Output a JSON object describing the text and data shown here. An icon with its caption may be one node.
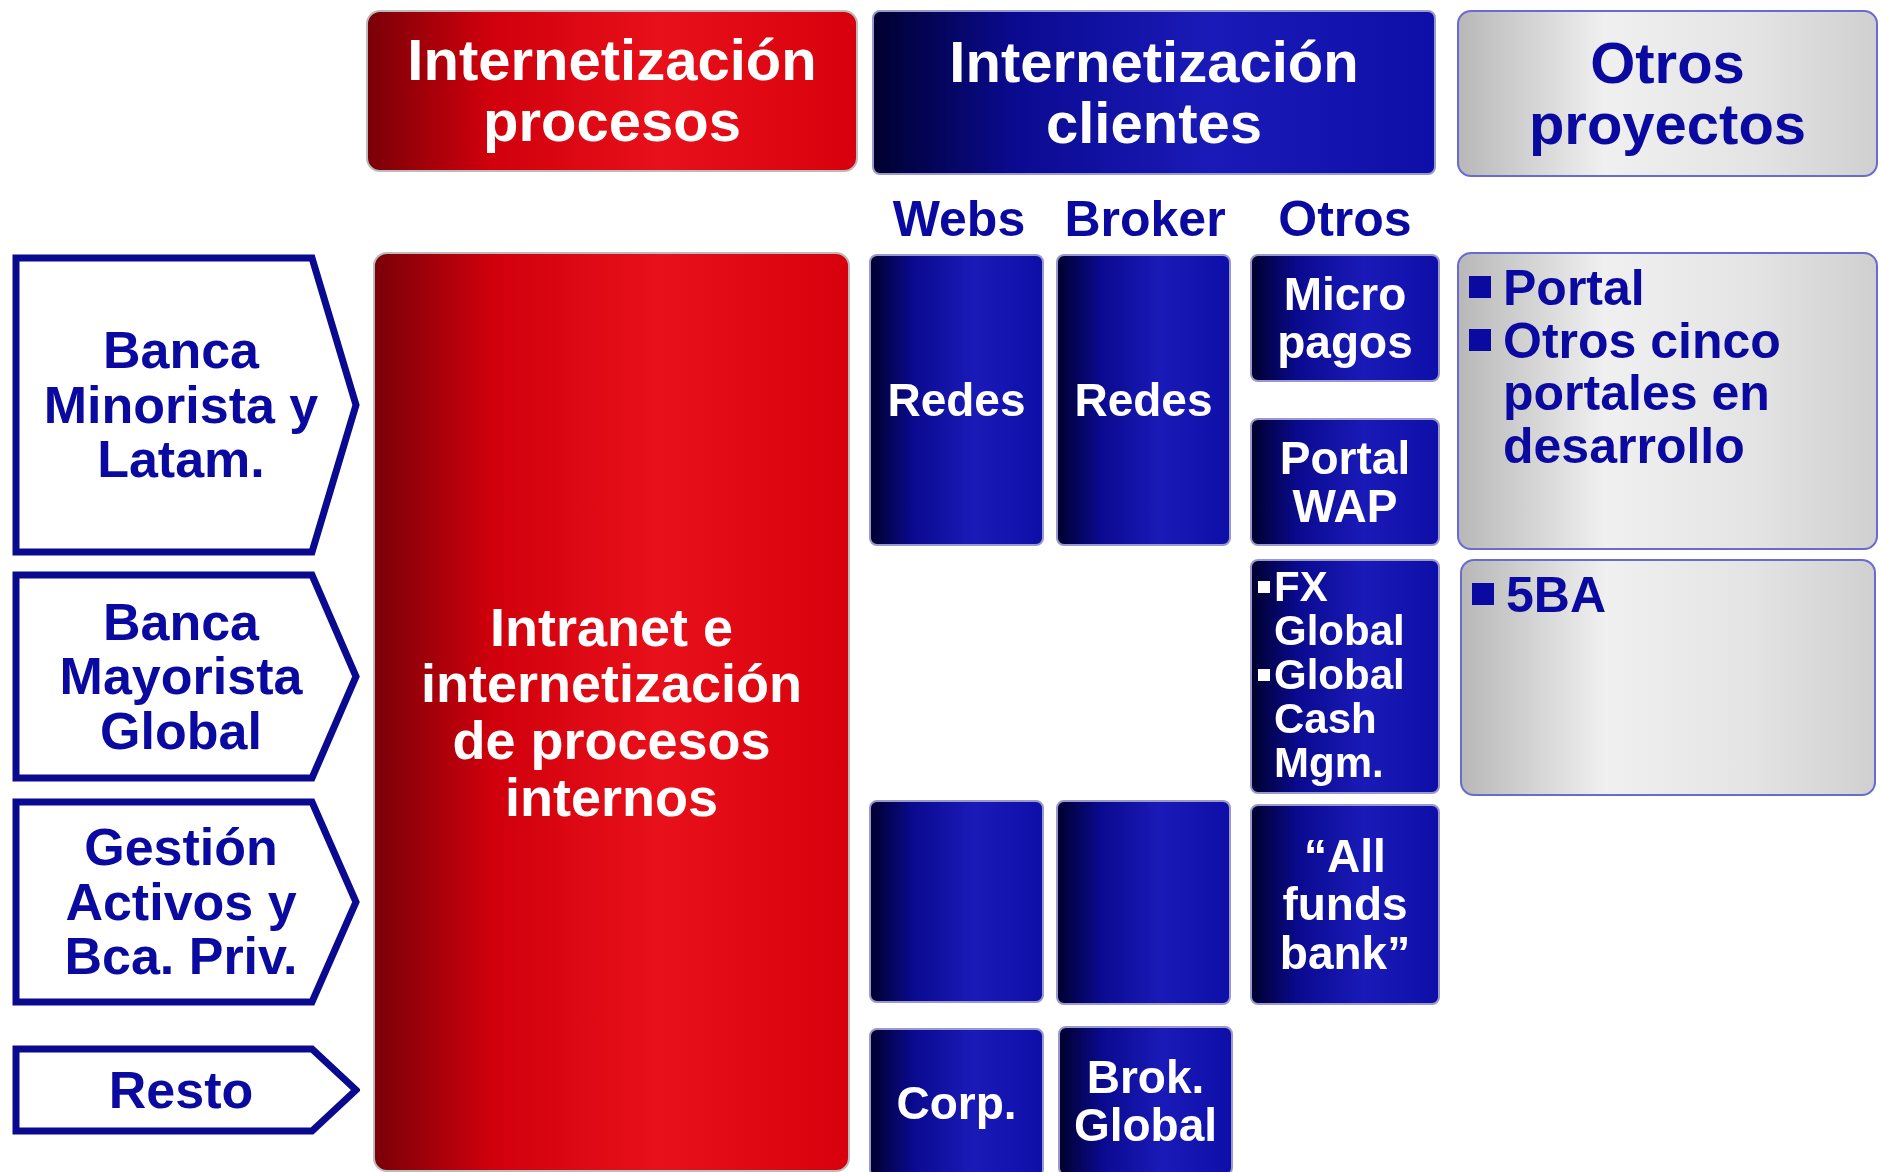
{
  "diagram": {
    "nodes": [
      {
        "text": [
          "Internetización procesos"
        ]
      },
      {
        "text": [
          "Internetización clientes"
        ]
      },
      {
        "text": [
          "Otros proyectos"
        ]
      },
      {
        "text": [
          "Banca Minorista y Latam."
        ]
      },
      {
        "text": [
          "Banca Mayorista Global"
        ]
      },
      {
        "text": [
          "Gestión Activos y Bca. Priv."
        ]
      },
      {
        "text": [
          "Resto"
        ]
      },
      {
        "text": [
          "Intranet e internetización de procesos internos"
        ]
      },
      {
        "text": [
          "Redes"
        ]
      },
      {
        "text": [
          "Redes"
        ]
      },
      {
        "text": [
          "Micro pagos"
        ]
      },
      {
        "text": [
          "Portal WAP"
        ]
      },
      {
        "text": [
          "FX Global",
          "Global Cash Mgm."
        ]
      },
      {
        "text": [
          "Portal",
          "Otros cinco portales en desarrollo"
        ]
      },
      {
        "text": [
          "5BA"
        ]
      },
      {
        "text": [],
        "shape": "box"
      },
      {
        "text": [],
        "shape": "box"
      },
      {
        "text": [
          "“All funds bank”"
        ]
      },
      {
        "text": [
          "Corp."
        ]
      },
      {
        "text": [
          "Brok. Global"
        ]
      }
    ],
    "labels": [
      "Webs",
      "Broker",
      "Otros"
    ]
  }
}
